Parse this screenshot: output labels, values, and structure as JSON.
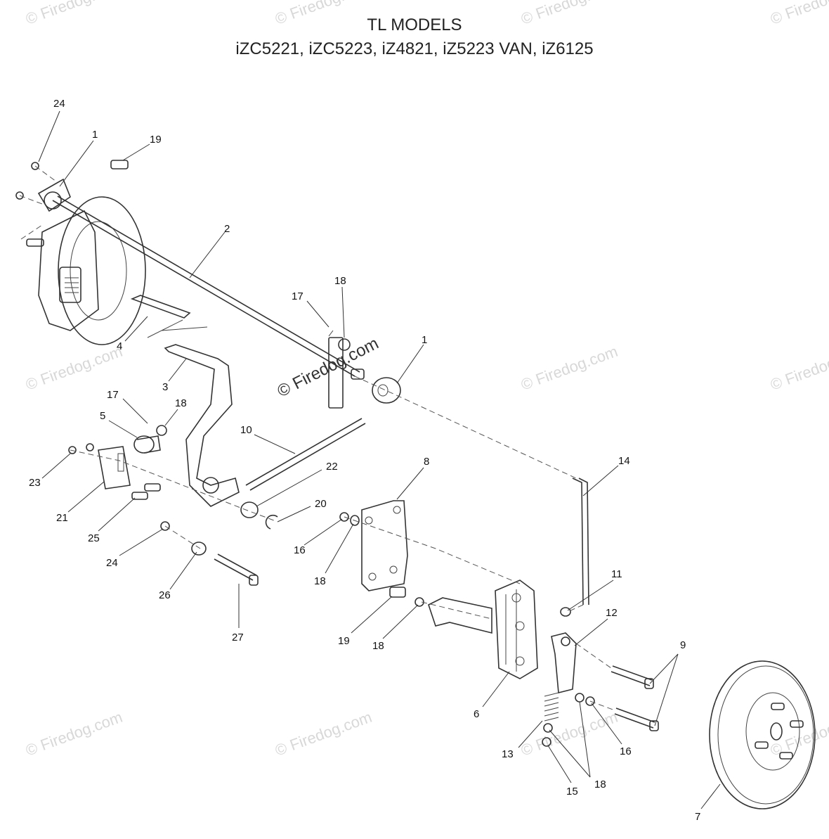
{
  "header": {
    "title": "TL MODELS",
    "models": "iZC5221, iZC5223,  iZ4821, iZ5223 VAN,  iZ6125"
  },
  "watermark": {
    "main": "© Firedog.com",
    "faint": "© Firedog.com"
  },
  "callouts": [
    {
      "num": "24"
    },
    {
      "num": "1"
    },
    {
      "num": "19"
    },
    {
      "num": "2"
    },
    {
      "num": "17"
    },
    {
      "num": "18"
    },
    {
      "num": "4"
    },
    {
      "num": "1"
    },
    {
      "num": "3"
    },
    {
      "num": "17"
    },
    {
      "num": "18"
    },
    {
      "num": "5"
    },
    {
      "num": "10"
    },
    {
      "num": "22"
    },
    {
      "num": "8"
    },
    {
      "num": "14"
    },
    {
      "num": "23"
    },
    {
      "num": "21"
    },
    {
      "num": "25"
    },
    {
      "num": "20"
    },
    {
      "num": "24"
    },
    {
      "num": "16"
    },
    {
      "num": "18"
    },
    {
      "num": "26"
    },
    {
      "num": "27"
    },
    {
      "num": "11"
    },
    {
      "num": "12"
    },
    {
      "num": "19"
    },
    {
      "num": "18"
    },
    {
      "num": "9"
    },
    {
      "num": "6"
    },
    {
      "num": "13"
    },
    {
      "num": "16"
    },
    {
      "num": "18"
    },
    {
      "num": "15"
    },
    {
      "num": "7"
    }
  ]
}
